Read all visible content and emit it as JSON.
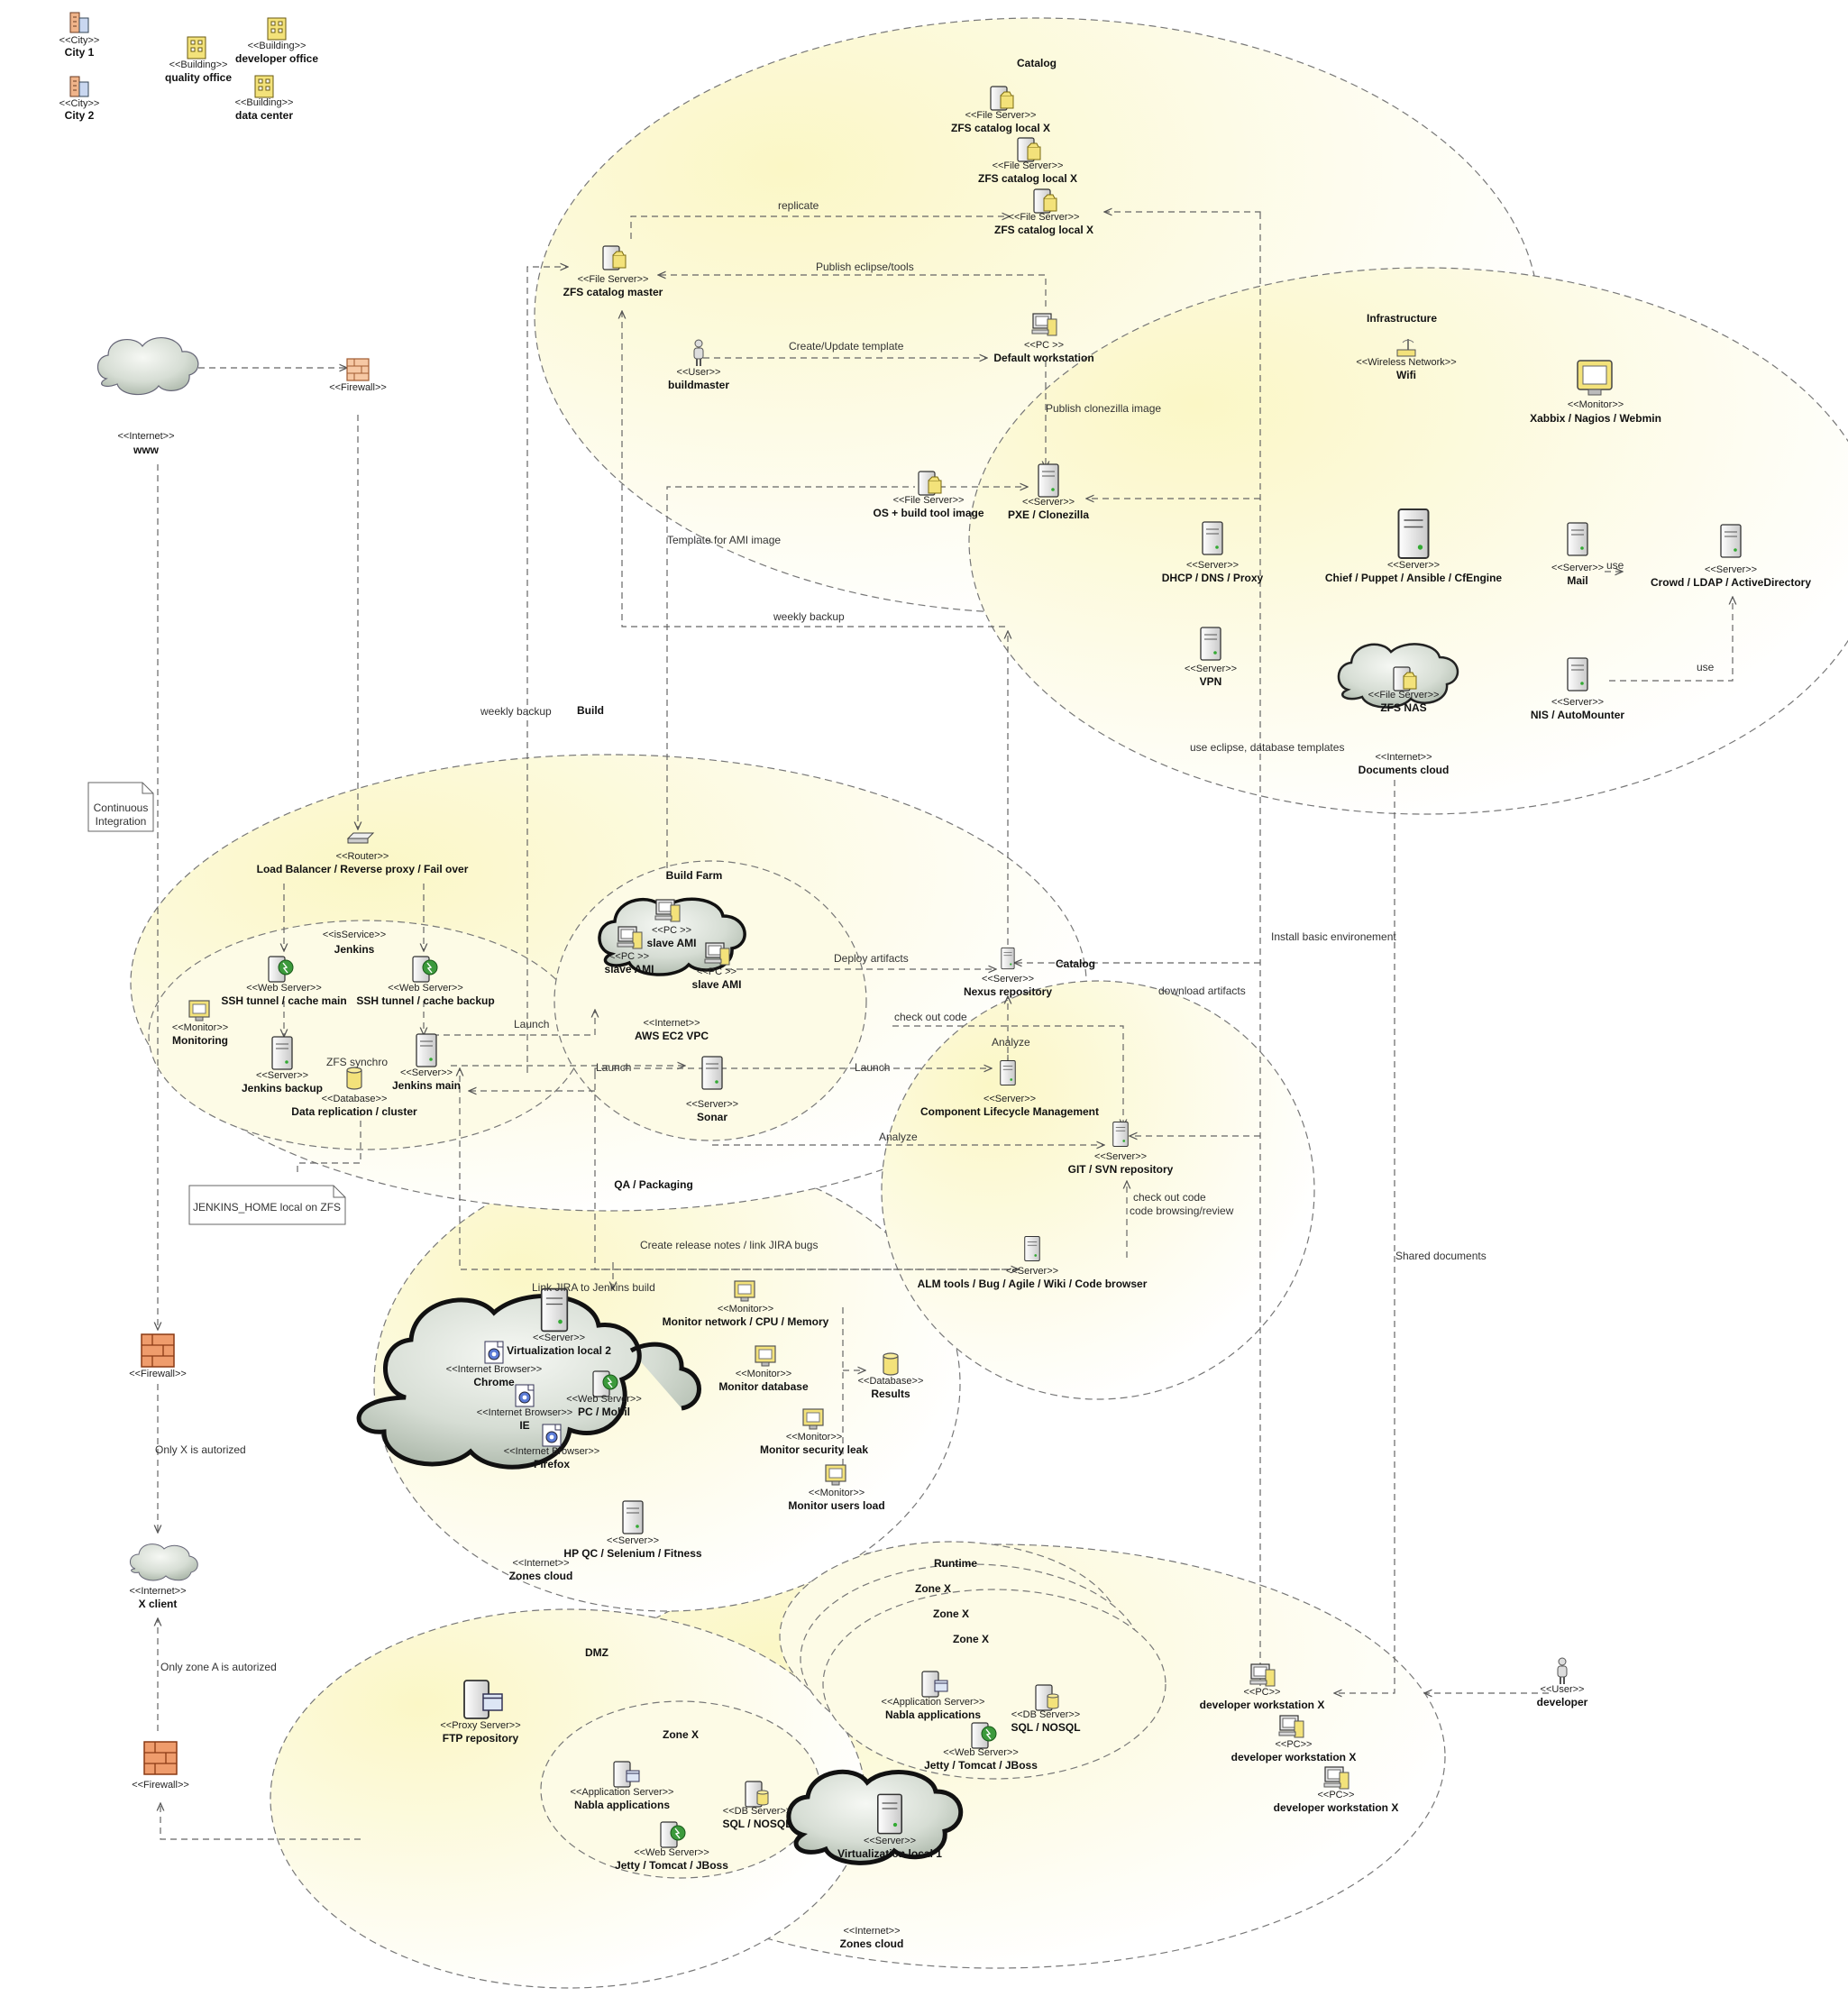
{
  "zones": {
    "catalog_top": "Catalog",
    "infrastructure": "Infrastructure",
    "build": "Build",
    "jenkins": "Jenkins",
    "jenkins_stereo": "<<isService>>",
    "build_farm": "Build Farm",
    "catalog_mid": "Catalog",
    "qa": "QA / Packaging",
    "runtime": "Runtime",
    "zone_x": "Zone X",
    "dmz": "DMZ"
  },
  "legend": {
    "city1": {
      "stereo": "<<City>>",
      "name": "City 1"
    },
    "city2": {
      "stereo": "<<City>>",
      "name": "City 2"
    },
    "quality": {
      "stereo": "<<Building>>",
      "name": "quality office"
    },
    "devoffice": {
      "stereo": "<<Building>>",
      "name": "developer office"
    },
    "datacenter": {
      "stereo": "<<Building>>",
      "name": "data center"
    }
  },
  "nodes": {
    "zfs_local_1": {
      "stereo": "<<File Server>>",
      "name": "ZFS catalog local X"
    },
    "zfs_local_2": {
      "stereo": "<<File Server>>",
      "name": "ZFS catalog local X"
    },
    "zfs_local_3": {
      "stereo": "<<File Server>>",
      "name": "ZFS catalog local X"
    },
    "zfs_master": {
      "stereo": "<<File Server>>",
      "name": "ZFS catalog master"
    },
    "default_ws": {
      "stereo": "<<PC >>",
      "name": "Default workstation"
    },
    "buildmaster": {
      "stereo": "<<User>>",
      "name": "buildmaster"
    },
    "os_image": {
      "stereo": "<<File Server>>",
      "name": "OS + build tool image"
    },
    "pxe": {
      "stereo": "<<Server>>",
      "name": "PXE / Clonezilla"
    },
    "wifi": {
      "stereo": "<<Wireless Network>>",
      "name": "Wifi"
    },
    "xabbix": {
      "stereo": "<<Monitor>>",
      "name": "Xabbix / Nagios / Webmin"
    },
    "dhcp": {
      "stereo": "<<Server>>",
      "name": "DHCP / DNS / Proxy"
    },
    "chief": {
      "stereo": "<<Server>>",
      "name": "Chief / Puppet / Ansible / CfEngine"
    },
    "mail": {
      "stereo": "<<Server>>",
      "name": "Mail"
    },
    "crowd": {
      "stereo": "<<Server>>",
      "name": "Crowd / LDAP / ActiveDirectory"
    },
    "vpn": {
      "stereo": "<<Server>>",
      "name": "VPN"
    },
    "zfs_nas": {
      "stereo": "<<File Server>>",
      "name": "ZFS NAS"
    },
    "nis": {
      "stereo": "<<Server>>",
      "name": "NIS / AutoMounter"
    },
    "docs_cloud": {
      "stereo": "<<Internet>>",
      "name": "Documents cloud"
    },
    "www": {
      "stereo": "<<Internet>>",
      "name": "www"
    },
    "firewall_top": {
      "stereo": "<<Firewall>>",
      "name": ""
    },
    "router": {
      "stereo": "<<Router>>",
      "name": "Load Balancer / Reverse proxy / Fail over"
    },
    "ssh_main": {
      "stereo": "<<Web Server>>",
      "name": "SSH tunnel / cache main"
    },
    "ssh_backup": {
      "stereo": "<<Web Server>>",
      "name": "SSH tunnel / cache backup"
    },
    "monitoring": {
      "stereo": "<<Monitor>>",
      "name": "Monitoring"
    },
    "jenkins_backup": {
      "stereo": "<<Server>>",
      "name": "Jenkins backup"
    },
    "jenkins_main": {
      "stereo": "<<Server>>",
      "name": "Jenkins main"
    },
    "data_repl": {
      "stereo": "<<Database>>",
      "name": "Data replication / cluster"
    },
    "slave_1": {
      "stereo": "<<PC >>",
      "name": "slave AMI"
    },
    "slave_2": {
      "stereo": "<<PC >>",
      "name": "slave AMI"
    },
    "slave_3": {
      "stereo": "<<PC >>",
      "name": "slave AMI"
    },
    "aws": {
      "stereo": "<<Internet>>",
      "name": "AWS EC2 VPC"
    },
    "sonar": {
      "stereo": "<<Server>>",
      "name": "Sonar"
    },
    "nexus": {
      "stereo": "<<Server>>",
      "name": "Nexus repository"
    },
    "clm": {
      "stereo": "<<Server>>",
      "name": "Component Lifecycle Management"
    },
    "git": {
      "stereo": "<<Server>>",
      "name": "GIT / SVN repository"
    },
    "alm": {
      "stereo": "<<Server>>",
      "name": "ALM tools / Bug / Agile / Wiki / Code browser"
    },
    "virt2": {
      "stereo": "<<Server>>",
      "name": "Virtualization local 2"
    },
    "chrome": {
      "stereo": "<<Internet Browser>>",
      "name": "Chrome"
    },
    "pc_mobil": {
      "stereo": "<<Web Server>>",
      "name": "PC / Mobil"
    },
    "ie": {
      "stereo": "<<Internet Browser>>",
      "name": "IE"
    },
    "firefox": {
      "stereo": "<<Internet Browser>>",
      "name": "Firefox"
    },
    "mon_net": {
      "stereo": "<<Monitor>>",
      "name": "Monitor network / CPU / Memory"
    },
    "mon_db": {
      "stereo": "<<Monitor>>",
      "name": "Monitor database"
    },
    "results": {
      "stereo": "<<Database>>",
      "name": "Results"
    },
    "mon_sec": {
      "stereo": "<<Monitor>>",
      "name": "Monitor security leak"
    },
    "mon_load": {
      "stereo": "<<Monitor>>",
      "name": "Monitor users load"
    },
    "hpqc": {
      "stereo": "<<Server>>",
      "name": "HP QC / Selenium / Fitness"
    },
    "zones_cloud_qa": {
      "stereo": "<<Internet>>",
      "name": "Zones cloud"
    },
    "firewall_mid": {
      "stereo": "<<Firewall>>",
      "name": ""
    },
    "x_client": {
      "stereo": "<<Internet>>",
      "name": "X client"
    },
    "firewall_bot": {
      "stereo": "<<Firewall>>",
      "name": ""
    },
    "ftp": {
      "stereo": "<<Proxy Server>>",
      "name": "FTP repository"
    },
    "dmz_app": {
      "stereo": "<<Application Server>>",
      "name": "Nabla applications"
    },
    "dmz_db": {
      "stereo": "<<DB Server>>",
      "name": "SQL / NOSQL"
    },
    "dmz_web": {
      "stereo": "<<Web Server>>",
      "name": "Jetty / Tomcat / JBoss"
    },
    "virt1": {
      "stereo": "<<Server>>",
      "name": "Virtualization local 1"
    },
    "rt_app": {
      "stereo": "<<Application Server>>",
      "name": "Nabla applications"
    },
    "rt_db": {
      "stereo": "<<DB Server>>",
      "name": "SQL / NOSQL"
    },
    "rt_web": {
      "stereo": "<<Web Server>>",
      "name": "Jetty / Tomcat / JBoss"
    },
    "dev_ws_1": {
      "stereo": "<<PC>>",
      "name": "developer workstation X"
    },
    "dev_ws_2": {
      "stereo": "<<PC>>",
      "name": "developer workstation X"
    },
    "dev_ws_3": {
      "stereo": "<<PC>>",
      "name": "developer workstation X"
    },
    "developer": {
      "stereo": "<<User>>",
      "name": "developer"
    },
    "zones_cloud_bottom": {
      "stereo": "<<Internet>>",
      "name": "Zones cloud"
    }
  },
  "edge_labels": {
    "replicate": "replicate",
    "publish_eclipse": "Publish eclipse/tools",
    "create_template": "Create/Update template",
    "publish_clonezilla": "Publish clonezilla image",
    "template_ami": "Template for AMI image",
    "weekly_backup_1": "weekly backup",
    "weekly_backup_2": "weekly backup",
    "use_1": "use",
    "use_2": "use",
    "use_eclipse": "use eclipse, database templates",
    "install_env": "Install basic environement",
    "deploy_artifacts": "Deploy artifacts",
    "download_artifacts": "download artifacts",
    "launch_1": "Launch",
    "launch_2": "Launch",
    "launch_3": "Launch",
    "check_out_1": "check out code",
    "analyze_1": "Analyze",
    "analyze_2": "Analyze",
    "check_out_2": "check out code",
    "code_browsing": "code browsing/review",
    "zfs_synchro": "ZFS synchro",
    "release_notes": "Create release notes / link JIRA bugs",
    "link_jira": "Link JIRA to Jenkins build",
    "shared_docs": "Shared documents",
    "only_x": "Only X is autorized",
    "only_zone_a": "Only zone A is autorized"
  },
  "notes": {
    "ci": "Continuous Integration",
    "jenkins_home": "JENKINS_HOME local on ZFS"
  }
}
